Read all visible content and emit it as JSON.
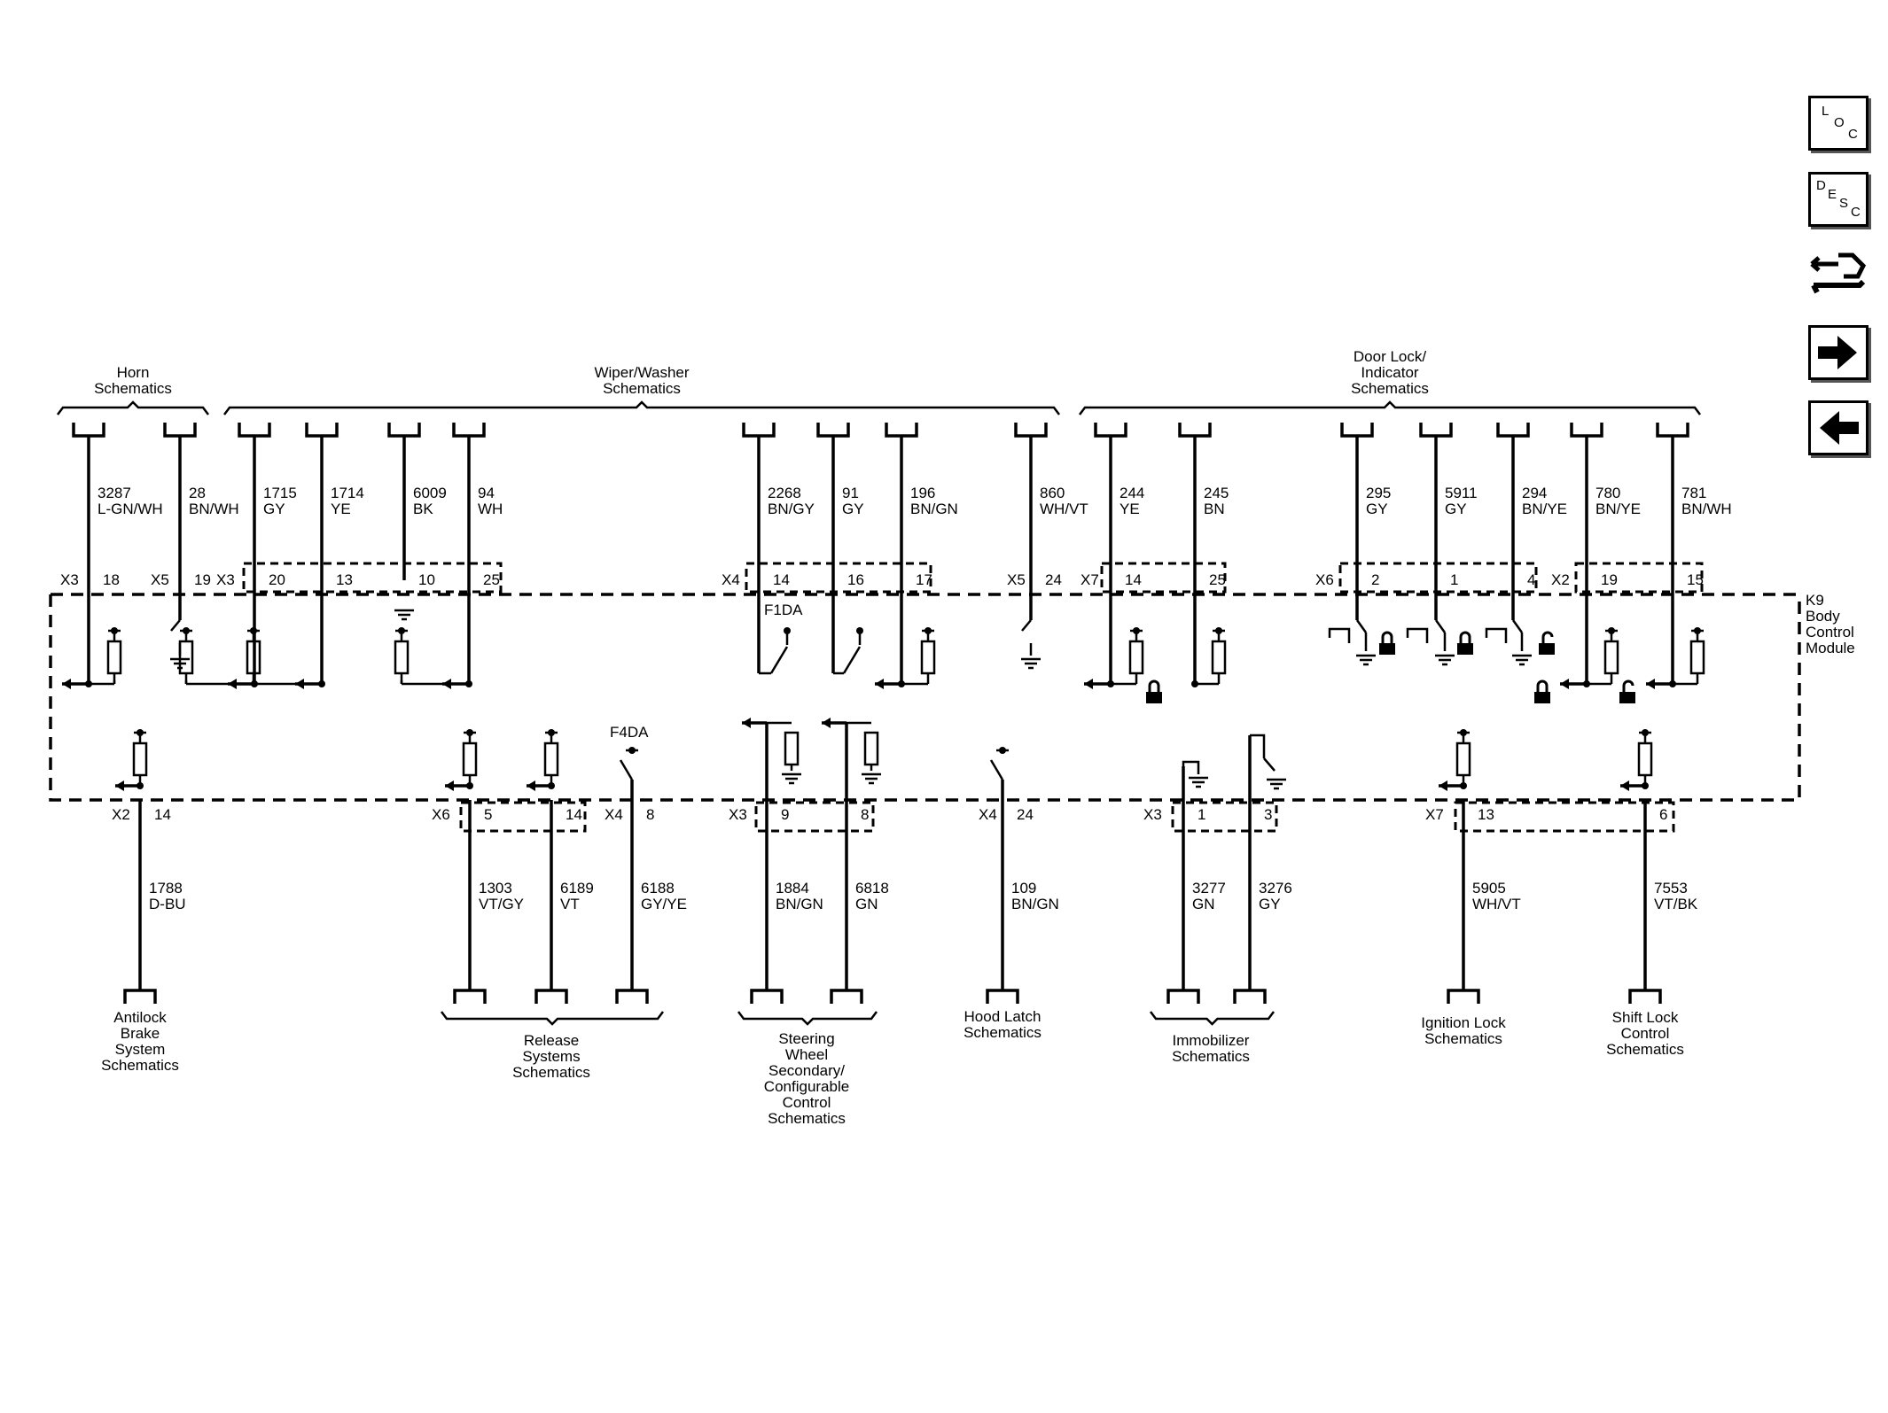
{
  "module": {
    "id": "K9",
    "line1": "Body",
    "line2": "Control",
    "line3": "Module"
  },
  "groups_top": [
    {
      "lines": [
        "Horn",
        "Schematics"
      ]
    },
    {
      "lines": [
        "Wiper/Washer",
        "Schematics"
      ]
    },
    {
      "lines": [
        "Door Lock/",
        "Indicator",
        "Schematics"
      ]
    }
  ],
  "groups_bottom": [
    {
      "lines": [
        "Antilock",
        "Brake",
        "System",
        "Schematics"
      ]
    },
    {
      "lines": [
        "Release",
        "Systems",
        "Schematics"
      ]
    },
    {
      "lines": [
        "Steering",
        "Wheel",
        "Secondary/",
        "Configurable",
        "Control",
        "Schematics"
      ]
    },
    {
      "lines": [
        "Hood Latch",
        "Schematics"
      ]
    },
    {
      "lines": [
        "Immobilizer",
        "Schematics"
      ]
    },
    {
      "lines": [
        "Ignition Lock",
        "Schematics"
      ]
    },
    {
      "lines": [
        "Shift Lock",
        "Control",
        "Schematics"
      ]
    }
  ],
  "wires_top": [
    {
      "circuit": "3287",
      "color": "L-GN/WH",
      "pin": "18"
    },
    {
      "circuit": "28",
      "color": "BN/WH",
      "pin": "19"
    },
    {
      "circuit": "1715",
      "color": "GY",
      "pin": "20"
    },
    {
      "circuit": "1714",
      "color": "YE",
      "pin": "13"
    },
    {
      "circuit": "6009",
      "color": "BK",
      "pin": "10"
    },
    {
      "circuit": "94",
      "color": "WH",
      "pin": "25"
    },
    {
      "circuit": "2268",
      "color": "BN/GY",
      "pin": "14"
    },
    {
      "circuit": "91",
      "color": "GY",
      "pin": "16"
    },
    {
      "circuit": "196",
      "color": "BN/GN",
      "pin": "17"
    },
    {
      "circuit": "860",
      "color": "WH/VT",
      "pin": "24"
    },
    {
      "circuit": "244",
      "color": "YE",
      "pin": "14"
    },
    {
      "circuit": "245",
      "color": "BN",
      "pin": "25"
    },
    {
      "circuit": "295",
      "color": "GY",
      "pin": "2"
    },
    {
      "circuit": "5911",
      "color": "GY",
      "pin": "1"
    },
    {
      "circuit": "294",
      "color": "BN/YE",
      "pin": "4"
    },
    {
      "circuit": "780",
      "color": "BN/YE",
      "pin": "19"
    },
    {
      "circuit": "781",
      "color": "BN/WH",
      "pin": "15"
    }
  ],
  "wires_bottom": [
    {
      "circuit": "1788",
      "color": "D-BU",
      "pin": "14"
    },
    {
      "circuit": "1303",
      "color": "VT/GY",
      "pin": "5"
    },
    {
      "circuit": "6189",
      "color": "VT",
      "pin": "14"
    },
    {
      "circuit": "6188",
      "color": "GY/YE",
      "pin": "8"
    },
    {
      "circuit": "1884",
      "color": "BN/GN",
      "pin": "9"
    },
    {
      "circuit": "6818",
      "color": "GN",
      "pin": "8"
    },
    {
      "circuit": "109",
      "color": "BN/GN",
      "pin": "24"
    },
    {
      "circuit": "3277",
      "color": "GN",
      "pin": "1"
    },
    {
      "circuit": "3276",
      "color": "GY",
      "pin": "3"
    },
    {
      "circuit": "5905",
      "color": "WH/VT",
      "pin": "13"
    },
    {
      "circuit": "7553",
      "color": "VT/BK",
      "pin": "6"
    }
  ],
  "connectors_top": [
    "X3",
    "X5",
    "X3",
    "X4",
    "X5",
    "X7",
    "X6",
    "X2"
  ],
  "connectors_bottom": [
    "X2",
    "X6",
    "X4",
    "X3",
    "X4",
    "X3",
    "X7"
  ],
  "switches": [
    "F1DA",
    "F4DA"
  ],
  "nav": {
    "loc": [
      "L",
      "O",
      "C"
    ],
    "desc": [
      "D",
      "E",
      "S",
      "C"
    ],
    "icons": [
      "connector-end-view-icon",
      "next-page-arrow-icon",
      "previous-page-arrow-icon"
    ]
  }
}
